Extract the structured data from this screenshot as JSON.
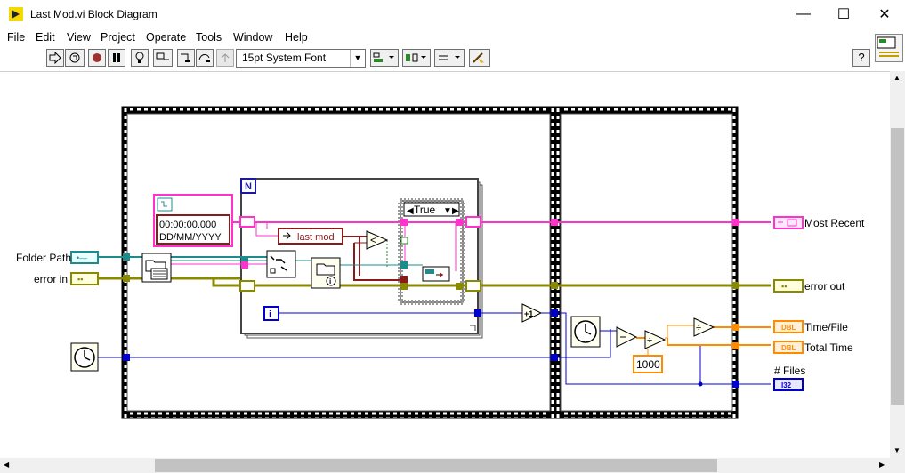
{
  "window": {
    "title": "Last Mod.vi Block Diagram"
  },
  "menu": [
    "File",
    "Edit",
    "View",
    "Project",
    "Operate",
    "Tools",
    "Window",
    "Help"
  ],
  "toolbar": {
    "font": "15pt System Font",
    "help": "?"
  },
  "diagram": {
    "controls": {
      "folder_path": "Folder Path",
      "error_in": "error in"
    },
    "indicators": {
      "most_recent": "Most Recent",
      "error_out": "error out",
      "time_file": "Time/File",
      "total_time": "Total Time",
      "num_files": "# Files"
    },
    "timestamp_constant": {
      "time": "00:00:00.000",
      "date": "DD/MM/YYYY"
    },
    "property": "last mod",
    "case_selector": "True",
    "loop_label": "N",
    "iteration_label": "i",
    "increment_label": "+1",
    "constant_1000": "1000",
    "terminal_types": {
      "path": "•—",
      "cluster": "▪▪",
      "dbl": "DBL",
      "i32": "I32"
    }
  },
  "colors": {
    "pink": "#ff33cc",
    "teal": "#1e8c8c",
    "olive": "#8a8a00",
    "blue": "#0000cc",
    "orange": "#ff8c00",
    "maroon": "#8b1a1a"
  }
}
